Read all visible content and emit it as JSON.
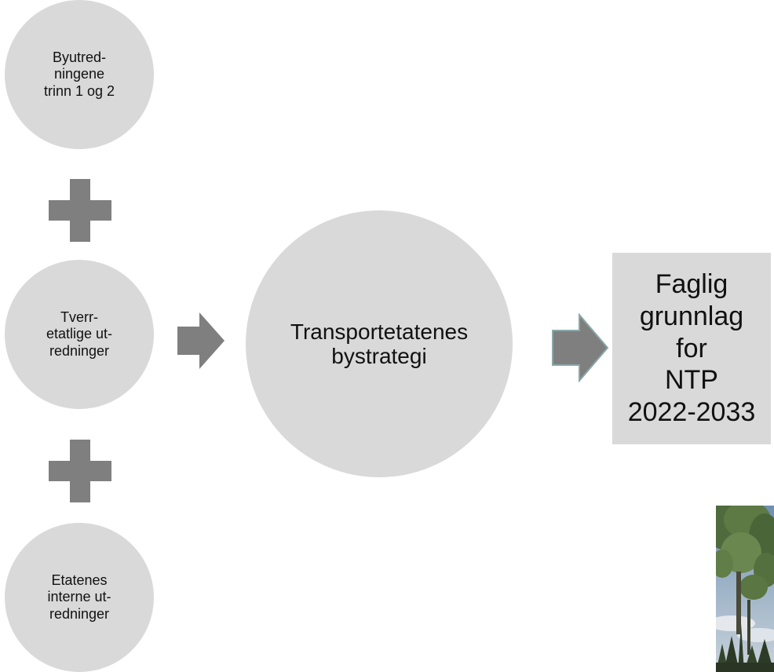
{
  "diagram": {
    "inputs": [
      {
        "label": "Byutred-\nningene\ntrinn 1 og 2"
      },
      {
        "label": "Tverr-\netatlige ut-\nredninger"
      },
      {
        "label": "Etatenes\ninterne ut-\nredninger"
      }
    ],
    "center": {
      "label": "Transportetatenes\nbystrategi"
    },
    "output": {
      "label": "Faglig\ngrunnlag\nfor\nNTP\n2022-2033"
    }
  },
  "colors": {
    "node_fill": "#d9d9d9",
    "connector_fill": "#7f7f7f",
    "arrow_outline": "#8aa8a8",
    "text": "#111111"
  },
  "icons": {
    "join": "plus-icon",
    "flow": "arrow-right-icon",
    "photo": "tree-sky-photo"
  }
}
